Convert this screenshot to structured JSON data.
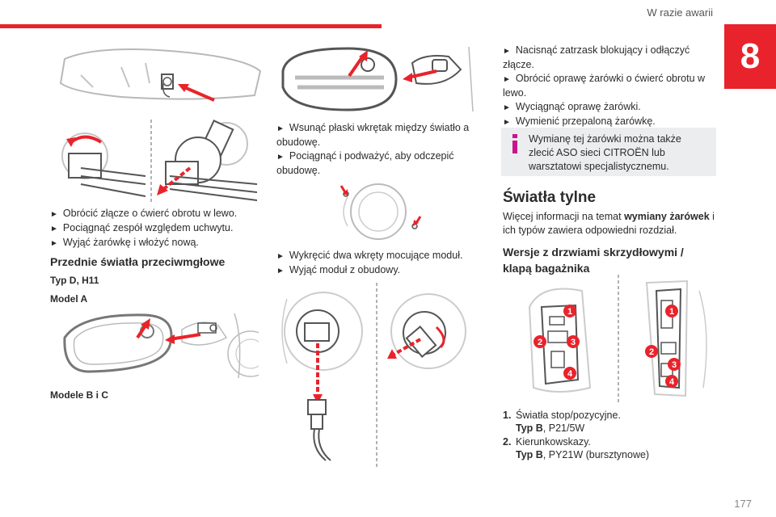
{
  "header": {
    "section_title": "W razie awarii",
    "chapter_number": "8",
    "page_number": "177"
  },
  "col1": {
    "bullets": [
      "Obrócić złącze o ćwierć obrotu w lewo.",
      "Pociągnąć zespół względem uchwytu.",
      "Wyjąć żarówkę i włożyć nową."
    ],
    "heading": "Przednie światła przeciwmgłowe",
    "type_label": "Typ D, H11",
    "model_a": "Model A",
    "models_bc": "Modele B i C"
  },
  "col2": {
    "bullets_a": [
      "Wsunąć płaski wkrętak między światło a obudowę.",
      "Pociągnąć i podważyć, aby odczepić obudowę."
    ],
    "bullets_b": [
      "Wykręcić dwa wkręty mocujące moduł.",
      "Wyjąć moduł z obudowy."
    ]
  },
  "col3": {
    "bullets": [
      "Nacisnąć zatrzask blokujący i odłączyć złącze.",
      "Obrócić oprawę żarówki o ćwierć obrotu w lewo.",
      "Wyciągnąć oprawę żarówki.",
      "Wymienić przepaloną żarówkę."
    ],
    "info_text": "Wymianę tej żarówki można także zlecić ASO sieci CITROËN lub warsztatowi specjalistycznemu.",
    "heading": "Światła tylne",
    "intro_prefix": "Więcej informacji na temat ",
    "intro_bold": "wymiany żarówek",
    "intro_suffix": " i ich typów zawiera odpowiedni rozdział.",
    "subheading": "Wersje z drzwiami skrzydłowymi / klapą bagażnika",
    "list": [
      {
        "num": "1.",
        "label": "Światła stop/pozycyjne.",
        "type_prefix": "Typ B",
        "type_value": ", P21/5W"
      },
      {
        "num": "2.",
        "label": "Kierunkowskazy.",
        "type_prefix": "Typ B",
        "type_value": ", PY21W (bursztynowe)"
      }
    ],
    "callout_numbers": [
      "1",
      "2",
      "3",
      "4"
    ]
  },
  "colors": {
    "accent": "#e9232b",
    "info_box_bg": "#ecedef",
    "info_icon": "#c9158c"
  }
}
